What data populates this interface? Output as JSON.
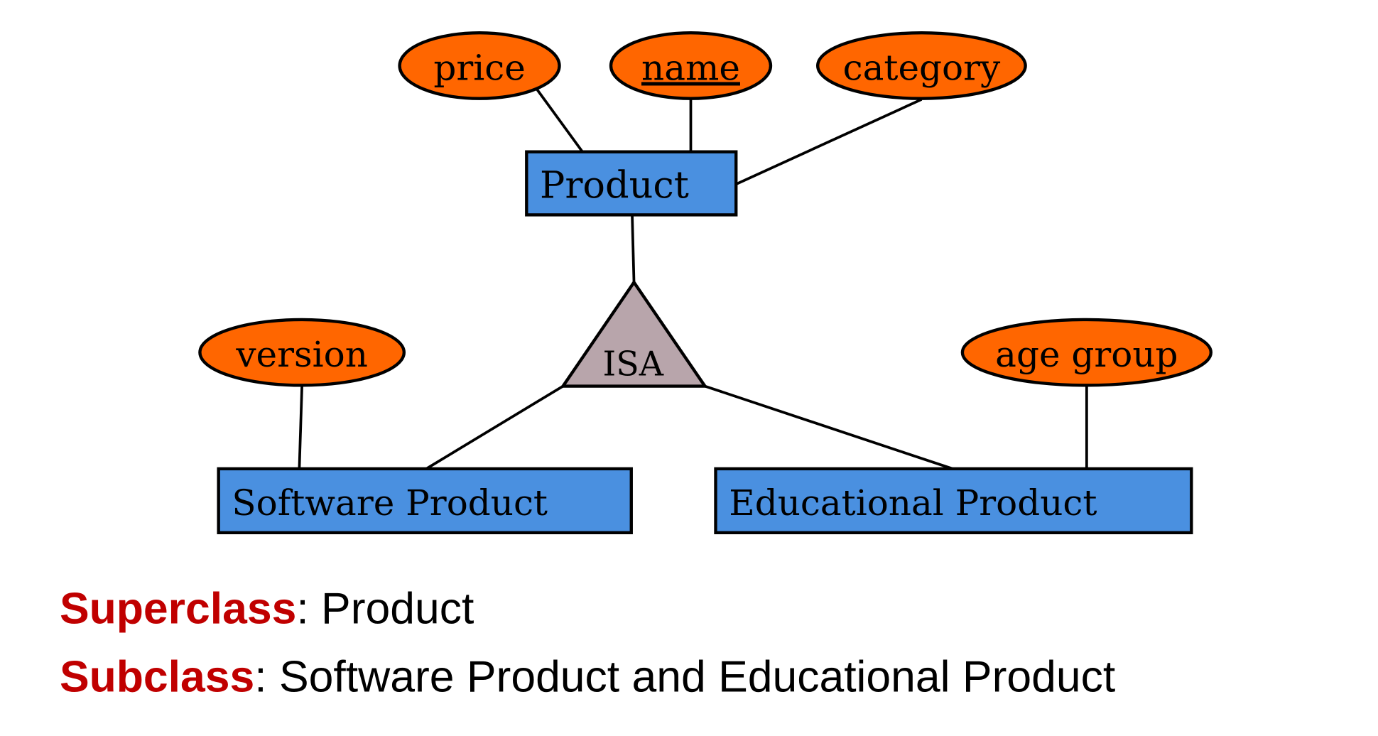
{
  "diagram": {
    "entities": {
      "superclass": "Product",
      "software": "Software Product",
      "educational": "Educational Product"
    },
    "attributes": {
      "price": "price",
      "name": "name",
      "category": "category",
      "version": "version",
      "age_group": "age group"
    },
    "isa": "ISA",
    "colors": {
      "entity": "#4a90e0",
      "attribute": "#ff6600",
      "isa": "#b8a5ab",
      "keyword": "#c00000"
    }
  },
  "caption": {
    "superclass_label": "Superclass",
    "superclass_value": ": Product",
    "subclass_label": "Subclass",
    "subclass_value": ": Software Product and Educational Product"
  }
}
